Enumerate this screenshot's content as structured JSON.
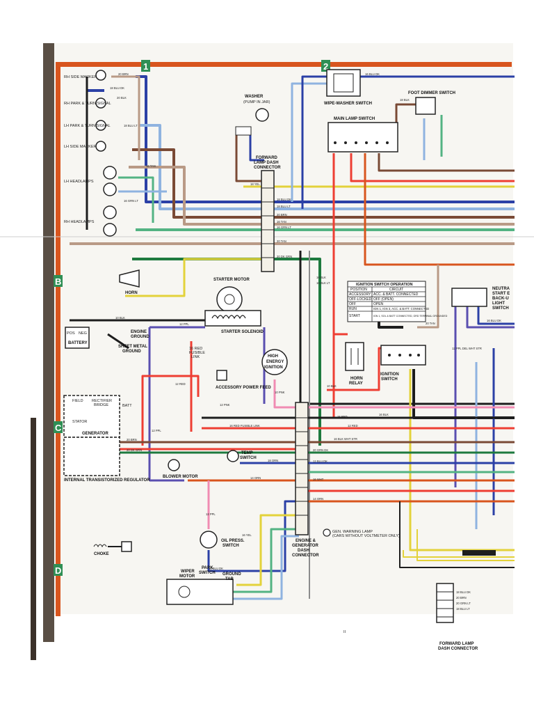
{
  "zones": {
    "top": [
      "1",
      "2"
    ],
    "side": [
      "B",
      "C",
      "D"
    ]
  },
  "components": {
    "rh_side_marker": "RH SIDE MARKER",
    "rh_park_turn": "RH PARK & TURN SIGNAL",
    "lh_park_turn": "LH PARK & TURN SIGNAL",
    "lh_side_marker": "LH SIDE MARKER",
    "lh_headlamps": "LH HEADLAMPS",
    "rh_headlamps": "RH HEADLAMPS",
    "washer": "WASHER",
    "washer_sub": "(PUMP IN JAR)",
    "fwd_lamp_dash_conn": [
      "FORWARD",
      "LAMP DASH",
      "CONNECTOR"
    ],
    "wipe_washer_switch": "WIPE-WASHER SWITCH",
    "foot_dimmer_switch": "FOOT DIMMER SWITCH",
    "main_lamp_switch": "MAIN LAMP SWITCH",
    "horn": "HORN",
    "starter_motor": "STARTER MOTOR",
    "starter_solenoid": "STARTER SOLENOID",
    "battery": "BATTERY",
    "pos": "POS",
    "neg": "NEG",
    "engine_ground": [
      "ENGINE",
      "GROUND"
    ],
    "sheet_metal_ground": [
      "SHEET METAL",
      "GROUND"
    ],
    "fusible_link": [
      "16 RED",
      "FUSIBLE",
      "LINK"
    ],
    "accessory_power_feed": "ACCESSORY POWER FEED",
    "hei": [
      "HIGH",
      "ENERGY",
      "IGNITION"
    ],
    "horn_relay": [
      "HORN",
      "RELAY"
    ],
    "ignition_switch": [
      "IGNITION",
      "SWITCH"
    ],
    "neutral_switch": [
      "NEUTRA",
      "START E",
      "BACK-U",
      "LIGHT",
      "SWITCH"
    ],
    "generator": "GENERATOR",
    "field": "FIELD",
    "stator": "STATOR",
    "rectifier": "RECTIFIER",
    "bridge": "BRIDGE",
    "batt": "BATT",
    "regulator": "INTERNAL TRANSISTORIZED REGULATOR",
    "temp_switch": [
      "TEMP",
      "SWITCH"
    ],
    "blower_motor": "BLOWER MOTOR",
    "oil_press_switch": [
      "OIL PRESS.",
      "SWITCH"
    ],
    "choke": "CHOKE",
    "wiper_motor": [
      "WIPER",
      "MOTOR"
    ],
    "park_switch": [
      "PARK",
      "SWITCH"
    ],
    "ground_tab": [
      "GROUND",
      "TAB"
    ],
    "eng_gen_dash_conn": [
      "ENGINE &",
      "GENERATOR",
      "DASH",
      "CONNECTOR"
    ],
    "gen_warning_lamp": [
      "GEN. WARNING LAMP",
      "(CARS WITHOUT VOLTMETER ONLY)"
    ],
    "fwd_lamp_dash_conn_inset": [
      "FORWARD LAMP",
      "DASH CONNECTOR"
    ],
    "page_mark": "II"
  },
  "ignition_table": {
    "title": "IGNITION SWITCH OPERATION",
    "headers": [
      "POSITION",
      "CIRCUIT"
    ],
    "rows": [
      [
        "ACCESSORY",
        "ACC. & BATT. CONNECTED"
      ],
      [
        "OFF-LOCKED",
        "OFF (OPEN)"
      ],
      [
        "OFF",
        "OPEN"
      ],
      [
        "RUN",
        "IGN 1, IGN 3, ACC. & BATT. CONNECTED"
      ],
      [
        "START",
        "IGN 1, SOL & BATT CONNECTED, GRD TERMINAL GROUNDED"
      ]
    ]
  },
  "wire_labels": {
    "w1": "20 BRN",
    "w2": "18 BLU DK",
    "w3": "20 BLK",
    "w4": "18 BLU LT",
    "w5": "16 TAN",
    "w6": "16 GRN LT",
    "w7": "18 BLU DK",
    "w8": "18 BLU LT",
    "w9": "20 BRN",
    "w10": "16 TAN",
    "w11": "16 GRN LT",
    "w12": "20 TAN",
    "w13": "20 DK GRN",
    "w14": "18 YEL",
    "w15": "16 BLU DK",
    "w16": "10 BLK",
    "w17": "12 PPL",
    "w18": "16 RED FUSIBLE LINK",
    "w19": "12 PNK",
    "w20": "12 RED",
    "w21": "20 BRN",
    "w22": "20 DK GRN",
    "w23": "18 ORN",
    "w24": "12 PPL",
    "w25": "12 BLU DK",
    "w26": "14 ORN",
    "w27": "16 BLK",
    "w28": "10 BLK",
    "w29": "16 YEL",
    "w30": "12 PPL",
    "w31": "16 BLK LT",
    "w32": "16 BLK WHT STR",
    "w33": "10 PNK",
    "w34": "12 RED",
    "w35": "16 BLK",
    "w36": "12 BLU DK",
    "w37": "16 WHT",
    "w38": "20 GRN DK",
    "w39": "20 TAN",
    "w40": "14 ORN",
    "w41": "16 RED",
    "w42": "18 BLK",
    "w43": "20 GRN LT",
    "w44": "18 BLU DK",
    "w45": "20 BRN",
    "w46": "12 PPL DEL WHT STR",
    "w47": "16 BLU DK",
    "w48": "18 BLU LT"
  },
  "colors": {
    "orange": "#d8551e",
    "blue_dk": "#2b40a6",
    "blue_lt": "#8fb3e0",
    "brown": "#7a4a35",
    "tan": "#b99a86",
    "green_lt": "#53b383",
    "green_dk": "#1e7a3f",
    "red": "#ee3e33",
    "pink": "#f08cb3",
    "purple": "#5a4fb0",
    "yellow": "#e3d23b",
    "black": "#1d1d1d",
    "gray": "#8c8c8c",
    "zone_green": "#2f8f55",
    "binding": "#3b3129"
  }
}
